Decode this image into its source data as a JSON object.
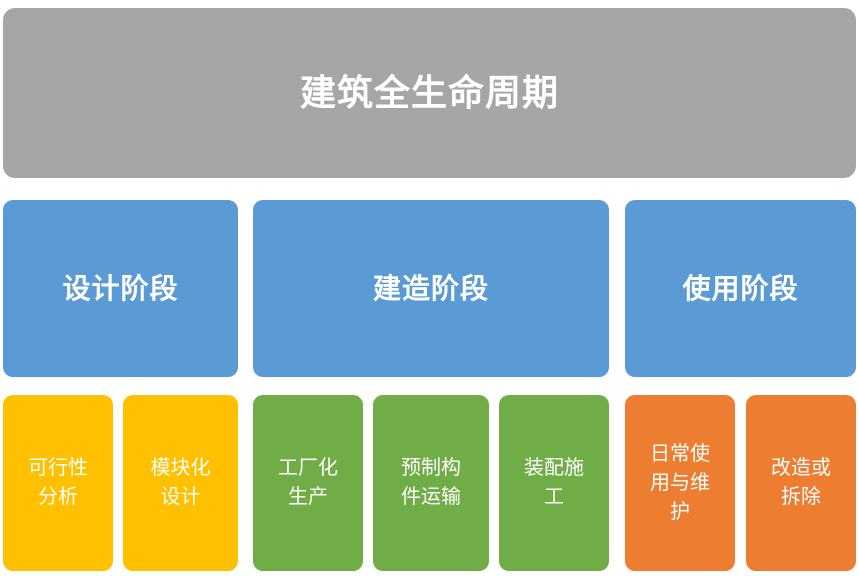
{
  "diagram": {
    "type": "hierarchy",
    "title": "建筑全生命周期",
    "colors": {
      "root": "#A6A6A6",
      "phase": "#5B9BD5",
      "design_tasks": "#FFC000",
      "build_tasks": "#70AD47",
      "use_tasks": "#ED7D31",
      "text": "#FFFFFF",
      "background": "#FFFFFF"
    },
    "root": {
      "label": "建筑全生命周期"
    },
    "phases": [
      {
        "id": "design",
        "label": "设计阶段"
      },
      {
        "id": "build",
        "label": "建造阶段"
      },
      {
        "id": "use",
        "label": "使用阶段"
      }
    ],
    "tasks": [
      {
        "id": "feasibility",
        "phase": "design",
        "label": "可行性\n分析"
      },
      {
        "id": "modular",
        "phase": "design",
        "label": "模块化\n设计"
      },
      {
        "id": "factory",
        "phase": "build",
        "label": "工厂化\n生产"
      },
      {
        "id": "transport",
        "phase": "build",
        "label": "预制构\n件运输"
      },
      {
        "id": "assembly",
        "phase": "build",
        "label": "装配施\n工"
      },
      {
        "id": "maintenance",
        "phase": "use",
        "label": "日常使\n用与维\n护"
      },
      {
        "id": "renovation",
        "phase": "use",
        "label": "改造或\n拆除"
      }
    ]
  }
}
